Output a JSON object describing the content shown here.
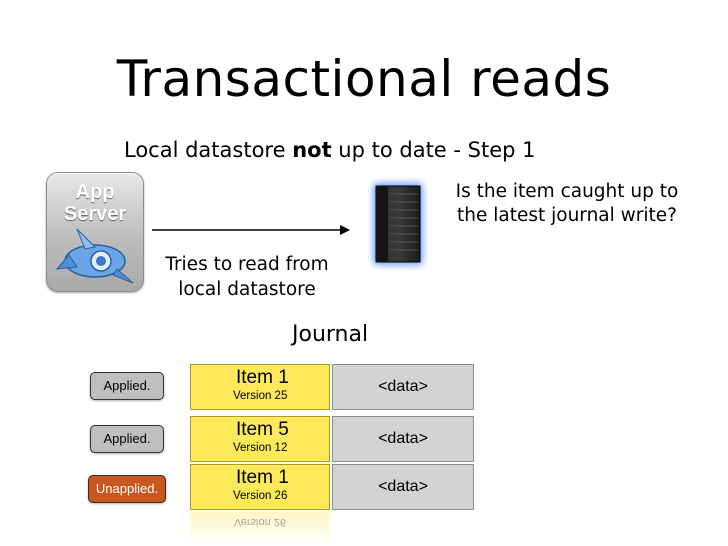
{
  "title": "Transactional reads",
  "subtitle": {
    "before": "Local datastore ",
    "emphasis": "not",
    "after": " up to date - Step 1"
  },
  "app_server": {
    "line1": "App",
    "line2": "Server"
  },
  "tries_label": "Tries to read from local datastore",
  "question": "Is the item caught up to the latest journal write?",
  "journal_label": "Journal",
  "journal": [
    {
      "status": "Applied.",
      "item": "Item 1",
      "version": "Version 25",
      "data": "<data>",
      "status_color": "#bfbfbf"
    },
    {
      "status": "Applied.",
      "item": "Item 5",
      "version": "Version 12",
      "data": "<data>",
      "status_color": "#bfbfbf"
    },
    {
      "status": "Unapplied.",
      "item": "Item 1",
      "version": "Version 26",
      "data": "<data>",
      "status_color": "#c9571f"
    }
  ],
  "reflection_text": "Version 26",
  "colors": {
    "item_cell": "#fde95a",
    "data_cell": "#d2d4d1",
    "server_glow": "#3b7cff"
  },
  "icons": {
    "app_server": "app-engine-plane-icon",
    "datastore": "server-tower-icon",
    "arrow": "right-arrow-icon"
  }
}
